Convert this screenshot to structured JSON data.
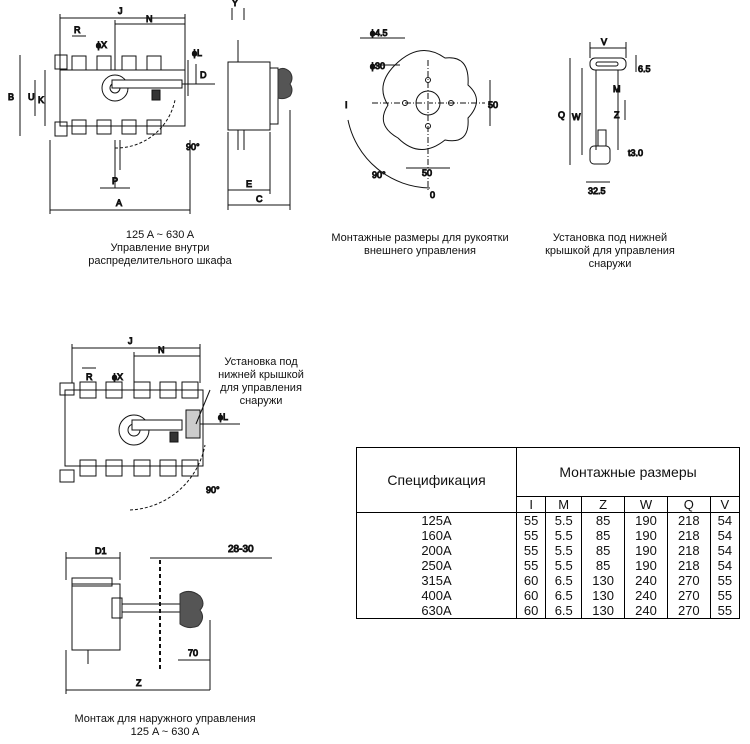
{
  "captions": {
    "front_view": "125 A ~ 630 A\nУправление внутри\nраспределительного шкафа",
    "handle_mount": "Монтажные размеры для рукоятки\nвнешнего управления",
    "cover_mount_top": "Установка под нижней\nкрышкой для управления\nснаружи",
    "cover_mount_side": "Установка под\nнижней крышкой\nдля управления\nснаружи",
    "external_mount": "Монтаж для наружного управления\n125 A ~ 630 A"
  },
  "labels": {
    "J": "J",
    "N": "N",
    "R": "R",
    "X": "ϕX",
    "L": "ϕL",
    "D": "D",
    "B": "B",
    "U": "U",
    "K": "K",
    "P": "P",
    "A": "A",
    "Y": "Y",
    "E": "E",
    "C": "C",
    "angle": "90°",
    "phi45": "ϕ4.5",
    "phi30": "ϕ30",
    "I": "I",
    "H50": "50",
    "V50": "50",
    "zero": "0",
    "V": "V",
    "dim65": "6.5",
    "M": "M",
    "Q": "Q",
    "W": "W",
    "Z": "Z",
    "t30": "t3.0",
    "dim325": "32.5",
    "D1": "D1",
    "dim2830": "28-30",
    "dim70": "70"
  },
  "table": {
    "header_spec": "Спецификация",
    "header_dims": "Монтажные размеры",
    "columns": [
      "I",
      "M",
      "Z",
      "W",
      "Q",
      "V"
    ],
    "rows": [
      {
        "spec": "125A",
        "values": [
          "55",
          "5.5",
          "85",
          "190",
          "218",
          "54"
        ]
      },
      {
        "spec": "160A",
        "values": [
          "55",
          "5.5",
          "85",
          "190",
          "218",
          "54"
        ]
      },
      {
        "spec": "200A",
        "values": [
          "55",
          "5.5",
          "85",
          "190",
          "218",
          "54"
        ]
      },
      {
        "spec": "250A",
        "values": [
          "55",
          "5.5",
          "85",
          "190",
          "218",
          "54"
        ]
      },
      {
        "spec": "315A",
        "values": [
          "60",
          "6.5",
          "130",
          "240",
          "270",
          "55"
        ]
      },
      {
        "spec": "400A",
        "values": [
          "60",
          "6.5",
          "130",
          "240",
          "270",
          "55"
        ]
      },
      {
        "spec": "630A",
        "values": [
          "60",
          "6.5",
          "130",
          "240",
          "270",
          "55"
        ]
      }
    ]
  }
}
